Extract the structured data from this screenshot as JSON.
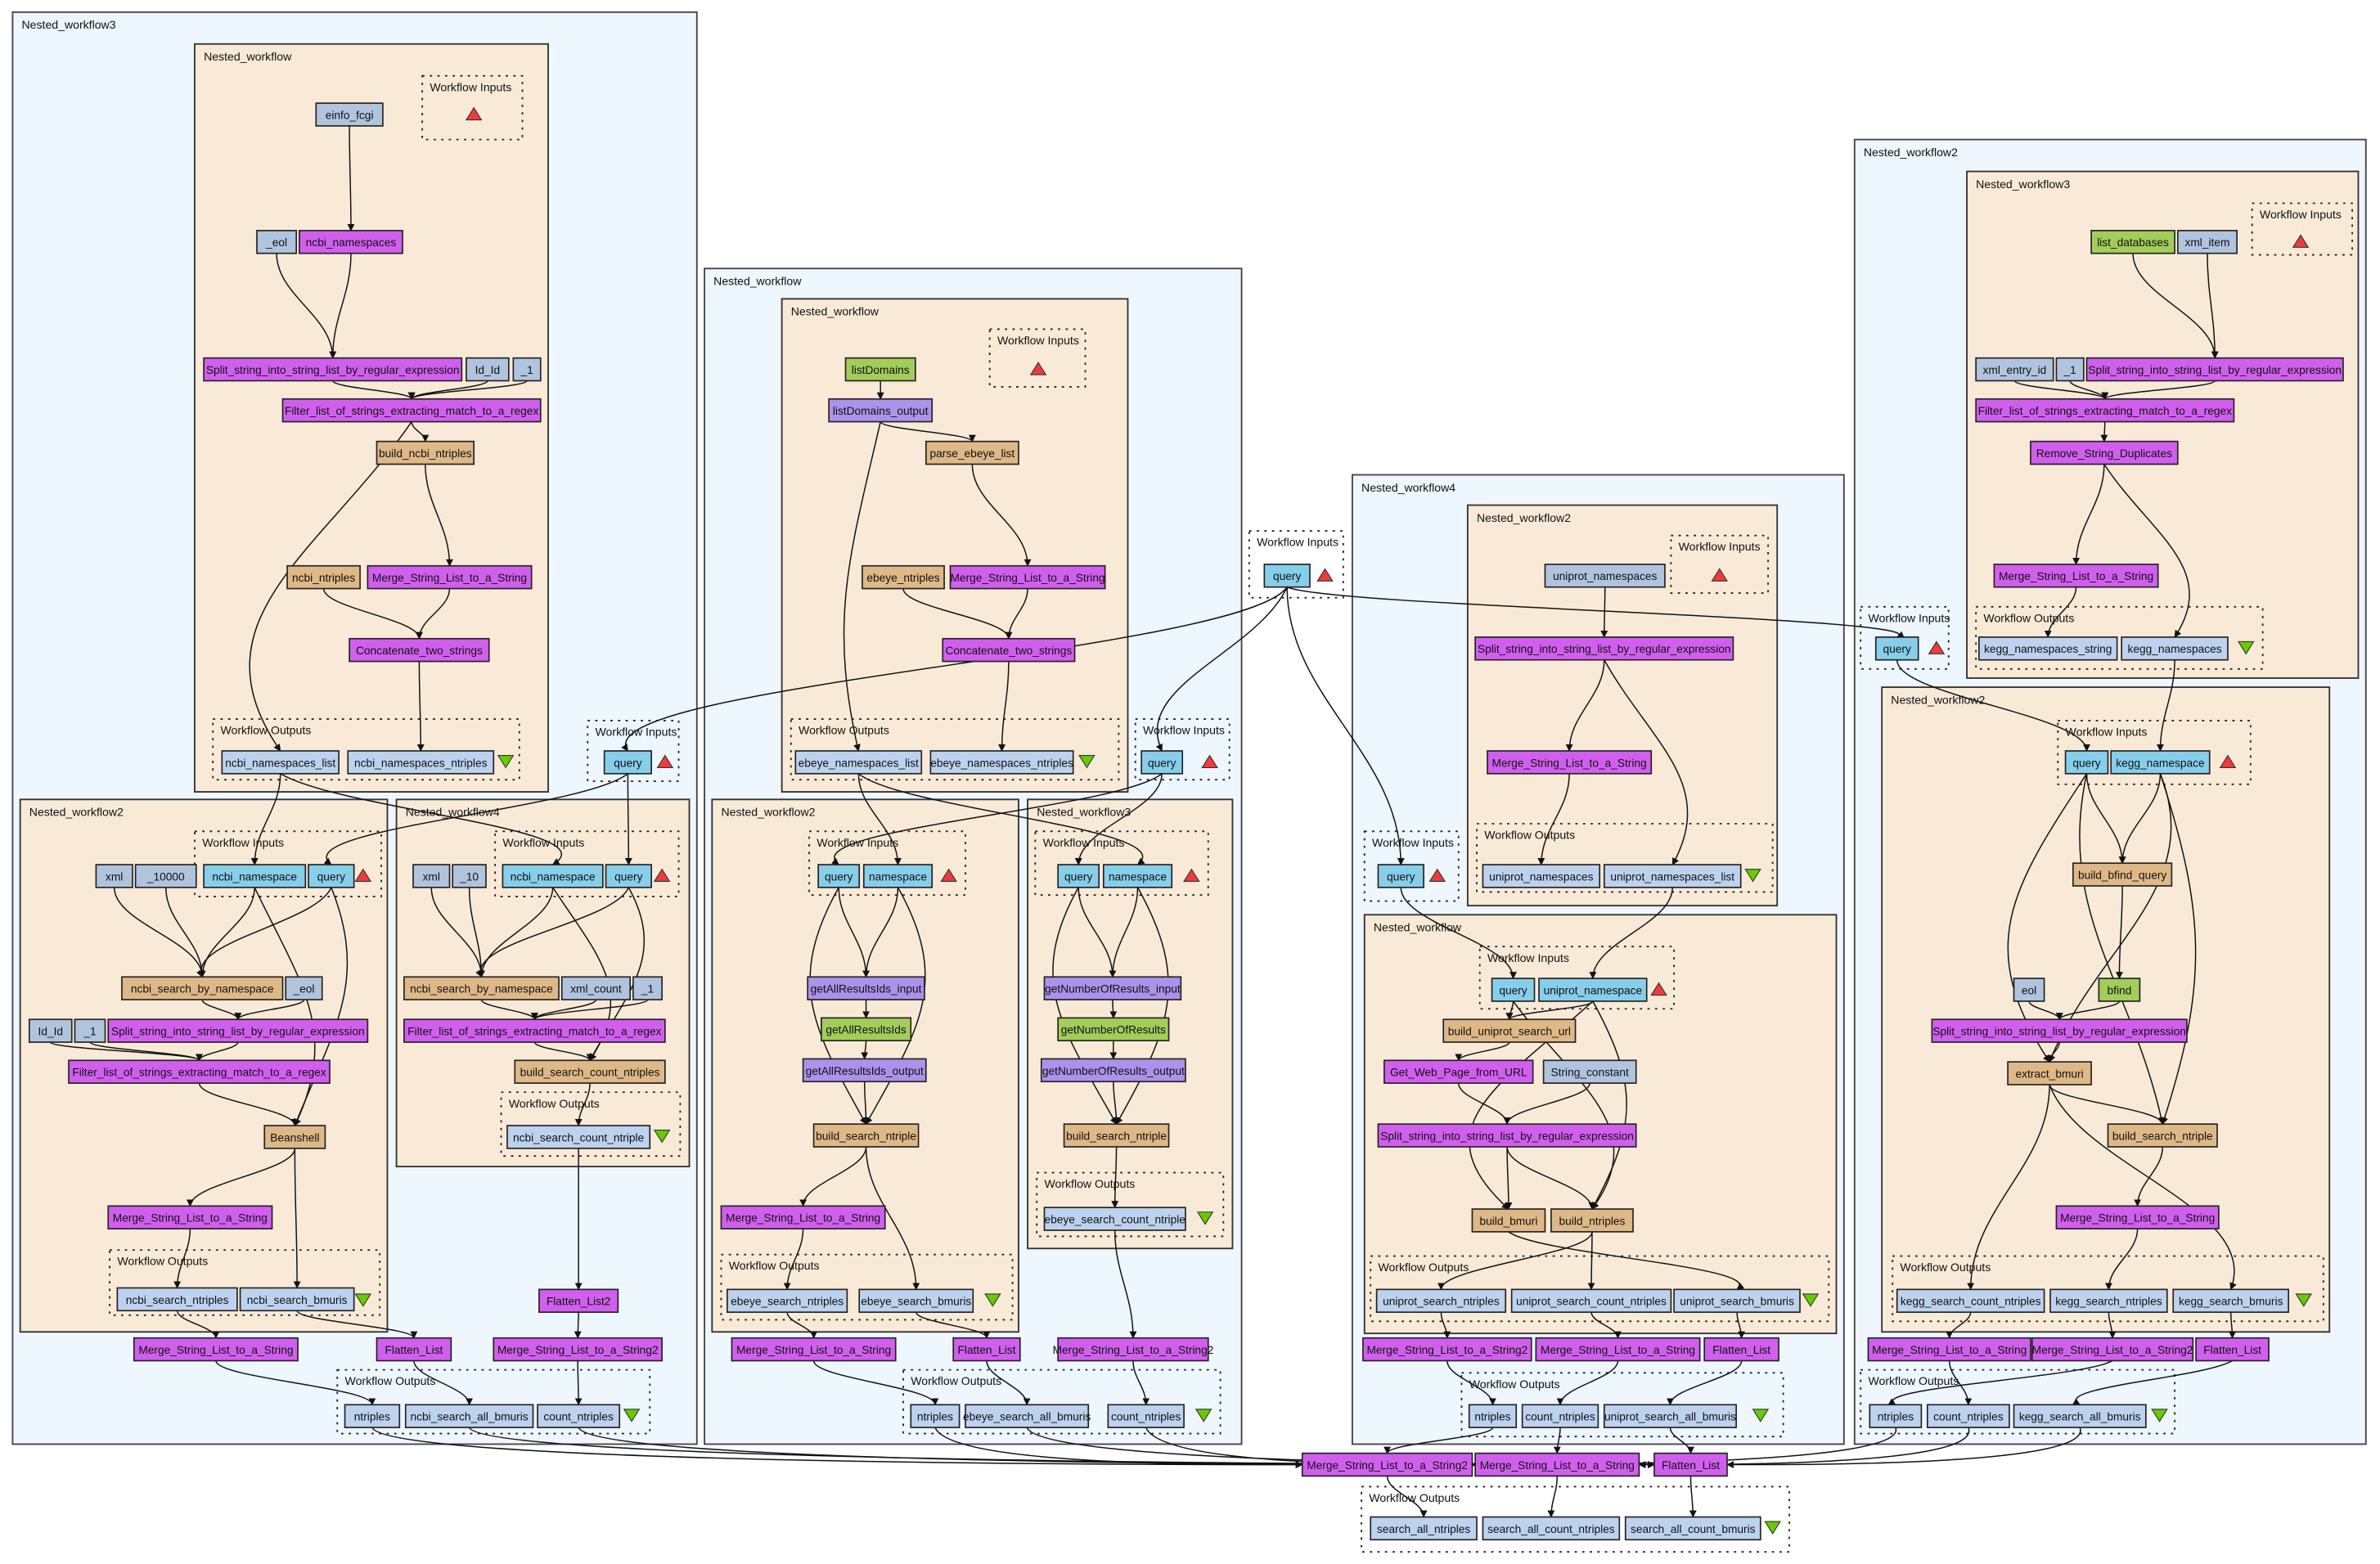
{
  "diagram": {
    "title": "Workflow diagram",
    "palette": {
      "outer_cluster": "#eef6fe",
      "inner_cluster": "#f9ead7",
      "beanshell": "#deb887",
      "local_service": "#d15fee",
      "constant": "#b0c4de",
      "wsdl": "#a2cd5a",
      "xml_splitter": "#ab92ea",
      "workflow_input": "#87ceeb",
      "workflow_output": "#bcd2ee",
      "input_marker": "#ee3b3b",
      "output_marker": "#66cc00"
    },
    "labels": {
      "workflow_inputs": "Workflow Inputs",
      "workflow_outputs": "Workflow Outputs"
    },
    "clusters": {
      "nw3": "Nested_workflow3",
      "nw3_nw": "Nested_workflow",
      "nw3_nw2": "Nested_workflow2",
      "nw3_nw4": "Nested_workflow4",
      "nw": "Nested_workflow",
      "nw_nw": "Nested_workflow",
      "nw_nw2": "Nested_workflow2",
      "nw_nw3": "Nested_workflow3",
      "nw4": "Nested_workflow4",
      "nw4_nw2": "Nested_workflow2",
      "nw4_nw": "Nested_workflow",
      "nw2": "Nested_workflow2",
      "nw2_nw3": "Nested_workflow3",
      "nw2_nw2": "Nested_workflow2"
    },
    "nodes": {
      "a_einfo": "einfo_fcgi",
      "a_eol": "_eol",
      "a_ncbins": "ncbi_namespaces",
      "a_split": "Split_string_into_string_list_by_regular_expression",
      "a_idid": "Id_Id",
      "a_one": "_1",
      "a_filter": "Filter_list_of_strings_extracting_match_to_a_regex",
      "a_build": "build_ncbi_ntriples",
      "a_ncbint": "ncbi_ntriples",
      "a_merge": "Merge_String_List_to_a_String",
      "a_concat": "Concatenate_two_strings",
      "a_out1": "ncbi_namespaces_list",
      "a_out2": "ncbi_namespaces_ntriples",
      "a_query": "query",
      "b_xml": "xml",
      "b_10000": "_10000",
      "b_ns": "ncbi_namespace",
      "b_query": "query",
      "b_search": "ncbi_search_by_namespace",
      "b_eol": "_eol",
      "b_idid": "Id_Id",
      "b_one": "_1",
      "b_split": "Split_string_into_string_list_by_regular_expression",
      "b_filter": "Filter_list_of_strings_extracting_match_to_a_regex",
      "b_bean": "Beanshell",
      "b_merge": "Merge_String_List_to_a_String",
      "b_out1": "ncbi_search_ntriples",
      "b_out2": "ncbi_search_bmuris",
      "c_xml": "xml",
      "c_10": "_10",
      "c_ns": "ncbi_namespace",
      "c_query": "query",
      "c_search": "ncbi_search_by_namespace",
      "c_xmlcount": "xml_count",
      "c_one": "_1",
      "c_filter": "Filter_list_of_strings_extracting_match_to_a_regex",
      "c_build": "build_search_count_ntriples",
      "c_out": "ncbi_search_count_ntriple",
      "d_merge": "Merge_String_List_to_a_String",
      "d_flat": "Flatten_List",
      "d_flat2": "Flatten_List2",
      "d_merge2": "Merge_String_List_to_a_String2",
      "d_out1": "ntriples",
      "d_out2": "ncbi_search_all_bmuris",
      "d_out3": "count_ntriples",
      "e_list": "listDomains",
      "e_listout": "listDomains_output",
      "e_parse": "parse_ebeye_list",
      "e_ebnt": "ebeye_ntriples",
      "e_merge": "Merge_String_List_to_a_String",
      "e_concat": "Concatenate_two_strings",
      "e_out1": "ebeye_namespaces_list",
      "e_out2": "ebeye_namespaces_ntriples",
      "e_query": "query",
      "f_query": "query",
      "f_ns": "namespace",
      "f_in": "getAllResultsIds_input",
      "f_svc": "getAllResultsIds",
      "f_out": "getAllResultsIds_output",
      "f_build": "build_search_ntriple",
      "f_merge": "Merge_String_List_to_a_String",
      "f_o1": "ebeye_search_ntriples",
      "f_o2": "ebeye_search_bmuris",
      "g_query": "query",
      "g_ns": "namespace",
      "g_in": "getNumberOfResults_input",
      "g_svc": "getNumberOfResults",
      "g_out": "getNumberOfResults_output",
      "g_build": "build_search_ntriple",
      "g_o1": "ebeye_search_count_ntriple",
      "h_merge": "Merge_String_List_to_a_String",
      "h_flat": "Flatten_List",
      "h_merge2": "Merge_String_List_to_a_String2",
      "h_o1": "ntriples",
      "h_o2": "ebeye_search_all_bmuris",
      "h_o3": "count_ntriples",
      "top_query": "query",
      "i_uns": "uniprot_namespaces",
      "i_split": "Split_string_into_string_list_by_regular_expression",
      "i_merge": "Merge_String_List_to_a_String",
      "i_o1": "uniprot_namespaces",
      "i_o2": "uniprot_namespaces_list",
      "i_query": "query",
      "j_query": "query",
      "j_uns": "uniprot_namespace",
      "j_url": "build_uniprot_search_url",
      "j_get": "Get_Web_Page_from_URL",
      "j_const": "String_constant",
      "j_split": "Split_string_into_string_list_by_regular_expression",
      "j_bmuri": "build_bmuri",
      "j_nt": "build_ntriples",
      "j_o1": "uniprot_search_ntriples",
      "j_o2": "uniprot_search_count_ntriples",
      "j_o3": "uniprot_search_bmuris",
      "k_merge2": "Merge_String_List_to_a_String2",
      "k_merge": "Merge_String_List_to_a_String",
      "k_flat": "Flatten_List",
      "k_o1": "ntriples",
      "k_o2": "count_ntriples",
      "k_o3": "uniprot_search_all_bmuris",
      "l_listdb": "list_databases",
      "l_xmlitem": "xml_item",
      "l_xmlentry": "xml_entry_id",
      "l_one": "_1",
      "l_split": "Split_string_into_string_list_by_regular_expression",
      "l_filter": "Filter_list_of_strings_extracting_match_to_a_regex",
      "l_dup": "Remove_String_Duplicates",
      "l_merge": "Merge_String_List_to_a_String",
      "l_o1": "kegg_namespaces_string",
      "l_o2": "kegg_namespaces",
      "l_query": "query",
      "m_query": "query",
      "m_kns": "kegg_namespace",
      "m_bfq": "build_bfind_query",
      "m_eol": "eol",
      "m_bfind": "bfind",
      "m_split": "Split_string_into_string_list_by_regular_expression",
      "m_extract": "extract_bmuri",
      "m_build": "build_search_ntriple",
      "m_merge": "Merge_String_List_to_a_String",
      "m_o1": "kegg_search_count_ntriples",
      "m_o2": "kegg_search_ntriples",
      "m_o3": "kegg_search_bmuris",
      "n_merge": "Merge_String_List_to_a_String",
      "n_merge2": "Merge_String_List_to_a_String2",
      "n_flat": "Flatten_List",
      "n_o1": "ntriples",
      "n_o2": "count_ntriples",
      "n_o3": "kegg_search_all_bmuris",
      "z_merge2": "Merge_String_List_to_a_String2",
      "z_merge": "Merge_String_List_to_a_String",
      "z_flat": "Flatten_List",
      "z_o1": "search_all_ntriples",
      "z_o2": "search_all_count_ntriples",
      "z_o3": "search_all_count_bmuris"
    }
  }
}
